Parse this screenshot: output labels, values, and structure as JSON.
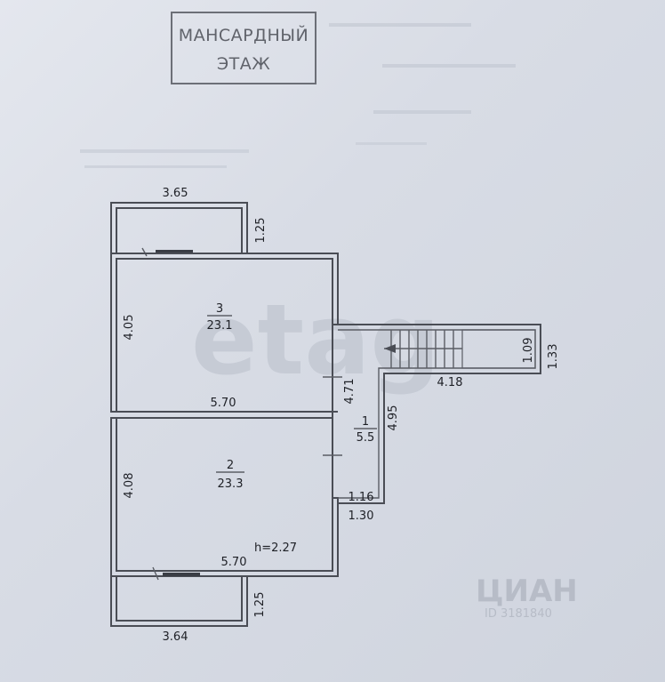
{
  "stamp": {
    "line1": "МАНСАРДНЫЙ",
    "line2": "ЭТАЖ"
  },
  "rooms": [
    {
      "number": "3",
      "area": "23.1"
    },
    {
      "number": "2",
      "area": "23.3"
    },
    {
      "number": "1",
      "area": "5.5"
    }
  ],
  "height_label": "h=2.27",
  "dimensions": {
    "top_balcony_width": "3.65",
    "top_balcony_depth": "1.25",
    "room3_height": "4.05",
    "room3_width": "5.70",
    "room2_height": "4.08",
    "room2_width": "5.70",
    "corridor_length": "4.71",
    "corridor_stair_length": "4.95",
    "corridor_inner_width": "1.16",
    "corridor_outer_width": "1.30",
    "stair_length": "4.18",
    "stair_inner_width": "1.09",
    "stair_outer_width": "1.33",
    "bottom_balcony_width": "3.64",
    "bottom_balcony_depth": "1.25"
  },
  "watermark": {
    "main": "etag",
    "brand": "ЦИАН",
    "id": "ID 3181840"
  },
  "colors": {
    "paper": "#dde1e9",
    "wall": "#4a4d55",
    "text": "#1e2026"
  }
}
